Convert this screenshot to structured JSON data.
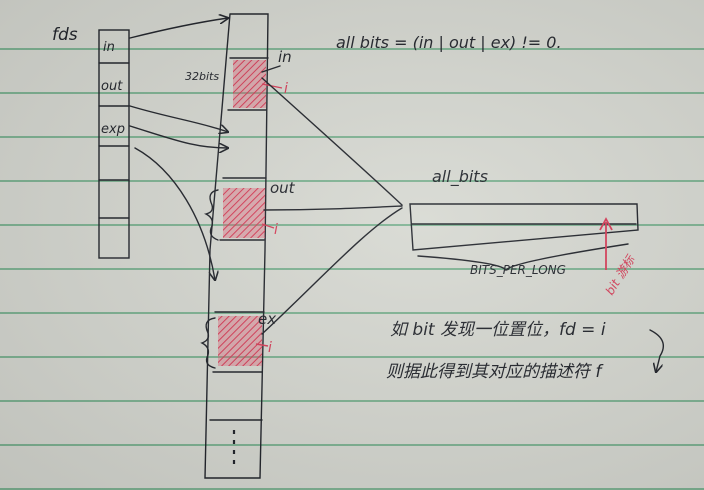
{
  "fds_label": "fds",
  "fds_rows": [
    "in",
    "out",
    "exp"
  ],
  "condition": "all bits = (in | out | ex) != 0.",
  "bits_marker": "32bits",
  "vector_labels": {
    "in": "in",
    "out": "out",
    "ex": "ex"
  },
  "index_label": "i",
  "all_bits_label": "all_bits",
  "bits_per_long_label": "BITS_PER_LONG",
  "bit_index_label": "bit 游标",
  "note_line1": "如 bit 发现一位置位，fd = i",
  "note_line2": "则据此得到其对应的描述符 f",
  "colors": {
    "ink": "#1d2027",
    "highlight": "#e2506a",
    "rule": "#5fa57d"
  }
}
